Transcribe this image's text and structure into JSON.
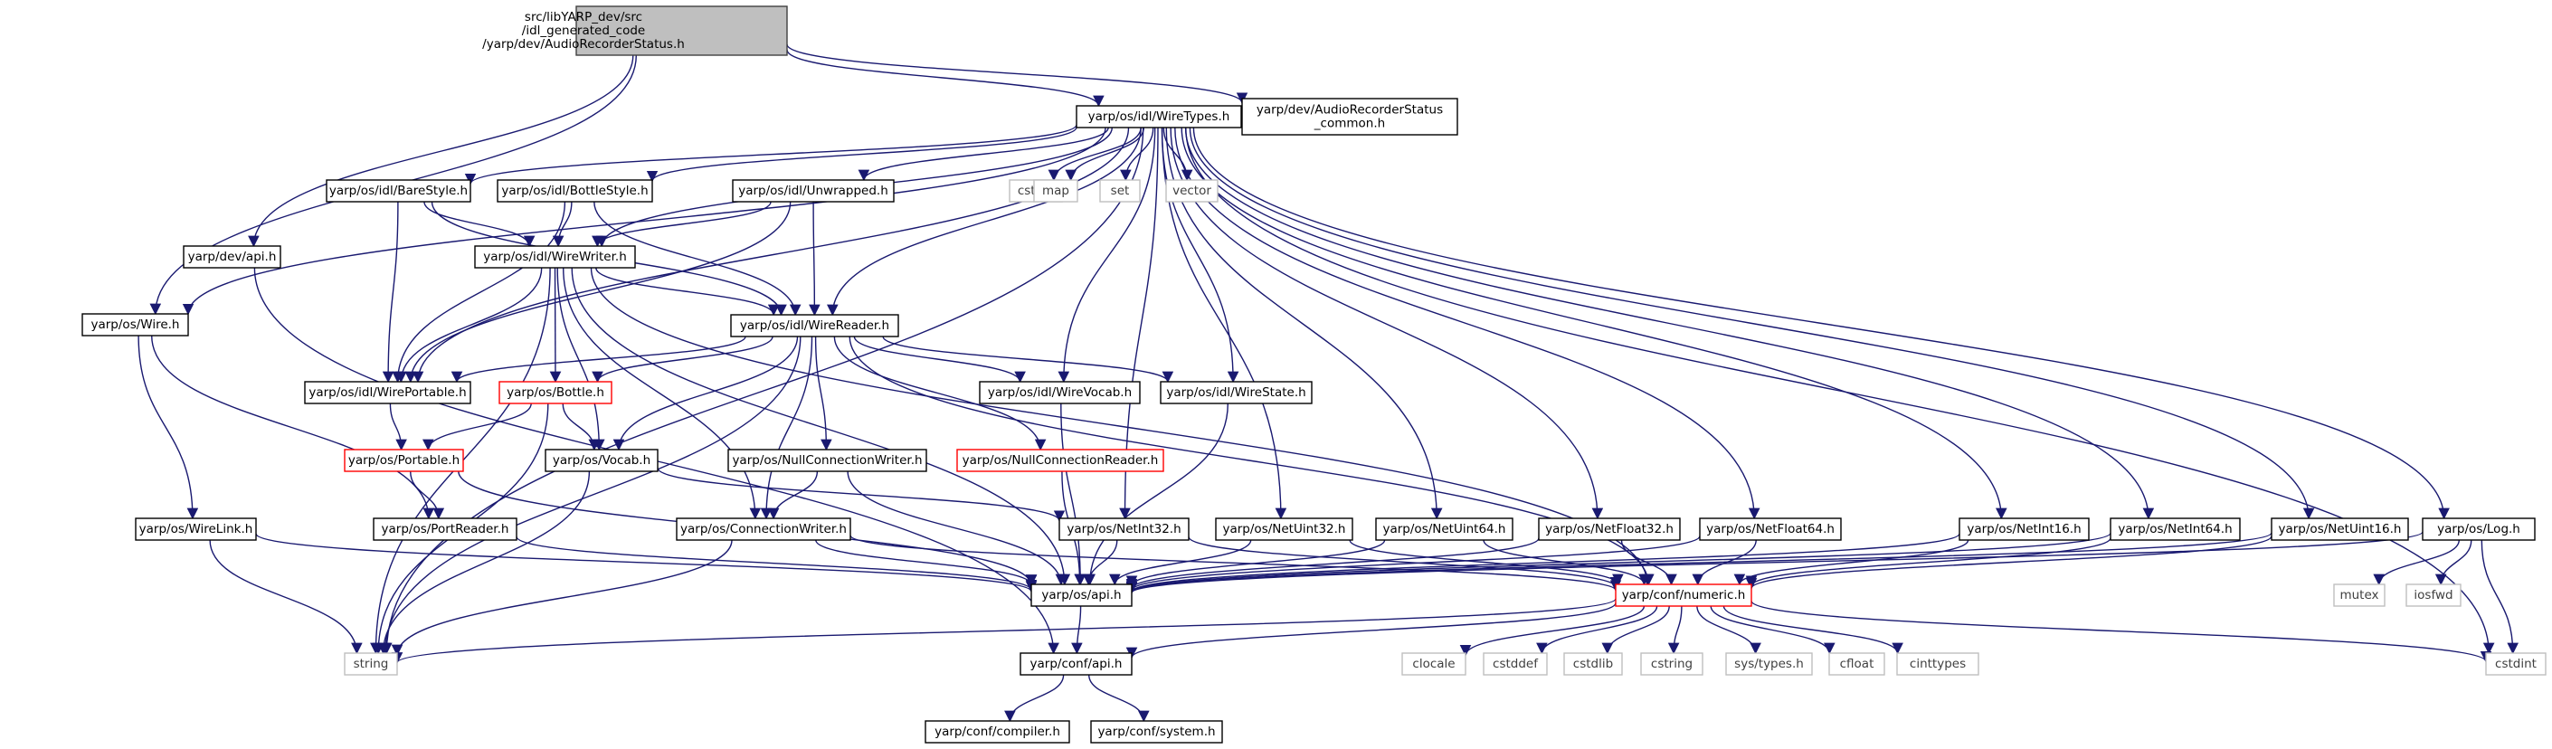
{
  "colors": {
    "edge": "#191970",
    "node_border": "#000000",
    "root_fill": "#bfbfbf",
    "root_border": "#404040",
    "system_border": "#bfbfbf",
    "system_text": "#404040",
    "incomplete_border": "#ff0000",
    "text": "#000000"
  },
  "nodes": {
    "root": {
      "lines": [
        "src/libYARP_dev/src",
        "/idl_generated_code",
        "/yarp/dev/AudioRecorderStatus.h"
      ],
      "style": "root"
    },
    "wiretypes": {
      "lines": [
        "yarp/os/idl/WireTypes.h"
      ],
      "style": "normal"
    },
    "arscommon": {
      "lines": [
        "yarp/dev/AudioRecorderStatus",
        "_common.h"
      ],
      "style": "normal"
    },
    "barestyle": {
      "lines": [
        "yarp/os/idl/BareStyle.h"
      ],
      "style": "normal"
    },
    "bottlestyle": {
      "lines": [
        "yarp/os/idl/BottleStyle.h"
      ],
      "style": "normal"
    },
    "unwrapped": {
      "lines": [
        "yarp/os/idl/Unwrapped.h"
      ],
      "style": "normal"
    },
    "cstdio": {
      "lines": [
        "cstdio"
      ],
      "style": "system"
    },
    "map": {
      "lines": [
        "map"
      ],
      "style": "system"
    },
    "set": {
      "lines": [
        "set"
      ],
      "style": "system"
    },
    "vector": {
      "lines": [
        "vector"
      ],
      "style": "system"
    },
    "devapi": {
      "lines": [
        "yarp/dev/api.h"
      ],
      "style": "normal"
    },
    "wirewriter": {
      "lines": [
        "yarp/os/idl/WireWriter.h"
      ],
      "style": "normal"
    },
    "wire": {
      "lines": [
        "yarp/os/Wire.h"
      ],
      "style": "normal"
    },
    "wirereader": {
      "lines": [
        "yarp/os/idl/WireReader.h"
      ],
      "style": "normal"
    },
    "wireportable": {
      "lines": [
        "yarp/os/idl/WirePortable.h"
      ],
      "style": "normal"
    },
    "bottle": {
      "lines": [
        "yarp/os/Bottle.h"
      ],
      "style": "incomplete"
    },
    "wirevocab": {
      "lines": [
        "yarp/os/idl/WireVocab.h"
      ],
      "style": "normal"
    },
    "wirestate": {
      "lines": [
        "yarp/os/idl/WireState.h"
      ],
      "style": "normal"
    },
    "portable": {
      "lines": [
        "yarp/os/Portable.h"
      ],
      "style": "incomplete"
    },
    "vocab": {
      "lines": [
        "yarp/os/Vocab.h"
      ],
      "style": "normal"
    },
    "nullconnwriter": {
      "lines": [
        "yarp/os/NullConnectionWriter.h"
      ],
      "style": "normal"
    },
    "nullconnreader": {
      "lines": [
        "yarp/os/NullConnectionReader.h"
      ],
      "style": "incomplete"
    },
    "wirelink": {
      "lines": [
        "yarp/os/WireLink.h"
      ],
      "style": "normal"
    },
    "portreader": {
      "lines": [
        "yarp/os/PortReader.h"
      ],
      "style": "normal"
    },
    "connwriter": {
      "lines": [
        "yarp/os/ConnectionWriter.h"
      ],
      "style": "normal"
    },
    "netint32": {
      "lines": [
        "yarp/os/NetInt32.h"
      ],
      "style": "normal"
    },
    "netuint32": {
      "lines": [
        "yarp/os/NetUint32.h"
      ],
      "style": "normal"
    },
    "netuint64": {
      "lines": [
        "yarp/os/NetUint64.h"
      ],
      "style": "normal"
    },
    "netfloat32": {
      "lines": [
        "yarp/os/NetFloat32.h"
      ],
      "style": "normal"
    },
    "netfloat64": {
      "lines": [
        "yarp/os/NetFloat64.h"
      ],
      "style": "normal"
    },
    "netint16": {
      "lines": [
        "yarp/os/NetInt16.h"
      ],
      "style": "normal"
    },
    "netint64": {
      "lines": [
        "yarp/os/NetInt64.h"
      ],
      "style": "normal"
    },
    "netuint16": {
      "lines": [
        "yarp/os/NetUint16.h"
      ],
      "style": "normal"
    },
    "log": {
      "lines": [
        "yarp/os/Log.h"
      ],
      "style": "normal"
    },
    "osapi": {
      "lines": [
        "yarp/os/api.h"
      ],
      "style": "normal"
    },
    "numeric": {
      "lines": [
        "yarp/conf/numeric.h"
      ],
      "style": "incomplete"
    },
    "mutex": {
      "lines": [
        "mutex"
      ],
      "style": "system"
    },
    "iosfwd": {
      "lines": [
        "iosfwd"
      ],
      "style": "system"
    },
    "string": {
      "lines": [
        "string"
      ],
      "style": "system"
    },
    "confapi": {
      "lines": [
        "yarp/conf/api.h"
      ],
      "style": "normal"
    },
    "clocale": {
      "lines": [
        "clocale"
      ],
      "style": "system"
    },
    "cstddef": {
      "lines": [
        "cstddef"
      ],
      "style": "system"
    },
    "cstdlib": {
      "lines": [
        "cstdlib"
      ],
      "style": "system"
    },
    "cstring": {
      "lines": [
        "cstring"
      ],
      "style": "system"
    },
    "systypes": {
      "lines": [
        "sys/types.h"
      ],
      "style": "system"
    },
    "cfloat": {
      "lines": [
        "cfloat"
      ],
      "style": "system"
    },
    "cinttypes": {
      "lines": [
        "cinttypes"
      ],
      "style": "system"
    },
    "cstdint": {
      "lines": [
        "cstdint"
      ],
      "style": "system"
    },
    "compiler": {
      "lines": [
        "yarp/conf/compiler.h"
      ],
      "style": "normal"
    },
    "system": {
      "lines": [
        "yarp/conf/system.h"
      ],
      "style": "normal"
    }
  },
  "edges": [
    [
      "root",
      "wiretypes"
    ],
    [
      "root",
      "arscommon"
    ],
    [
      "root",
      "devapi"
    ],
    [
      "root",
      "wire"
    ],
    [
      "wiretypes",
      "barestyle"
    ],
    [
      "wiretypes",
      "bottlestyle"
    ],
    [
      "wiretypes",
      "unwrapped"
    ],
    [
      "wiretypes",
      "cstdio"
    ],
    [
      "wiretypes",
      "map"
    ],
    [
      "wiretypes",
      "set"
    ],
    [
      "wiretypes",
      "vector"
    ],
    [
      "wiretypes",
      "wirewriter"
    ],
    [
      "wiretypes",
      "wirereader"
    ],
    [
      "wiretypes",
      "wireportable"
    ],
    [
      "wiretypes",
      "wire"
    ],
    [
      "wiretypes",
      "wirevocab"
    ],
    [
      "wiretypes",
      "wirestate"
    ],
    [
      "wiretypes",
      "netint32"
    ],
    [
      "wiretypes",
      "netuint32"
    ],
    [
      "wiretypes",
      "netuint64"
    ],
    [
      "wiretypes",
      "netfloat32"
    ],
    [
      "wiretypes",
      "netfloat64"
    ],
    [
      "wiretypes",
      "netint16"
    ],
    [
      "wiretypes",
      "netint64"
    ],
    [
      "wiretypes",
      "netuint16"
    ],
    [
      "wiretypes",
      "log"
    ],
    [
      "wiretypes",
      "string"
    ],
    [
      "wiretypes",
      "cstdint"
    ],
    [
      "barestyle",
      "wirewriter"
    ],
    [
      "barestyle",
      "wirereader"
    ],
    [
      "barestyle",
      "wireportable"
    ],
    [
      "bottlestyle",
      "wirewriter"
    ],
    [
      "bottlestyle",
      "wirereader"
    ],
    [
      "bottlestyle",
      "wireportable"
    ],
    [
      "unwrapped",
      "wirewriter"
    ],
    [
      "unwrapped",
      "wirereader"
    ],
    [
      "unwrapped",
      "wireportable"
    ],
    [
      "devapi",
      "confapi"
    ],
    [
      "wirewriter",
      "wirereader"
    ],
    [
      "wirewriter",
      "wireportable"
    ],
    [
      "wirewriter",
      "bottle"
    ],
    [
      "wirewriter",
      "vocab"
    ],
    [
      "wirewriter",
      "connwriter"
    ],
    [
      "wirewriter",
      "osapi"
    ],
    [
      "wirewriter",
      "string"
    ],
    [
      "wirewriter",
      "numeric"
    ],
    [
      "wire",
      "wirelink"
    ],
    [
      "wire",
      "portreader"
    ],
    [
      "wirereader",
      "wireportable"
    ],
    [
      "wirereader",
      "bottle"
    ],
    [
      "wirereader",
      "wirevocab"
    ],
    [
      "wirereader",
      "wirestate"
    ],
    [
      "wirereader",
      "vocab"
    ],
    [
      "wirereader",
      "nullconnwriter"
    ],
    [
      "wirereader",
      "nullconnreader"
    ],
    [
      "wirereader",
      "connwriter"
    ],
    [
      "wirereader",
      "string"
    ],
    [
      "wirereader",
      "numeric"
    ],
    [
      "wireportable",
      "portable"
    ],
    [
      "bottle",
      "portable"
    ],
    [
      "bottle",
      "vocab"
    ],
    [
      "bottle",
      "string"
    ],
    [
      "wirevocab",
      "osapi"
    ],
    [
      "wirestate",
      "osapi"
    ],
    [
      "portable",
      "portreader"
    ],
    [
      "portable",
      "osapi"
    ],
    [
      "vocab",
      "netint32"
    ],
    [
      "vocab",
      "string"
    ],
    [
      "nullconnwriter",
      "connwriter"
    ],
    [
      "nullconnwriter",
      "osapi"
    ],
    [
      "nullconnreader",
      "osapi"
    ],
    [
      "wirelink",
      "osapi"
    ],
    [
      "wirelink",
      "string"
    ],
    [
      "portreader",
      "osapi"
    ],
    [
      "connwriter",
      "osapi"
    ],
    [
      "connwriter",
      "numeric"
    ],
    [
      "connwriter",
      "string"
    ],
    [
      "netint32",
      "osapi"
    ],
    [
      "netint32",
      "numeric"
    ],
    [
      "netuint32",
      "osapi"
    ],
    [
      "netuint32",
      "numeric"
    ],
    [
      "netuint64",
      "osapi"
    ],
    [
      "netuint64",
      "numeric"
    ],
    [
      "netfloat32",
      "osapi"
    ],
    [
      "netfloat32",
      "numeric"
    ],
    [
      "netfloat64",
      "osapi"
    ],
    [
      "netfloat64",
      "numeric"
    ],
    [
      "netint16",
      "osapi"
    ],
    [
      "netint16",
      "numeric"
    ],
    [
      "netint64",
      "osapi"
    ],
    [
      "netint64",
      "numeric"
    ],
    [
      "netuint16",
      "osapi"
    ],
    [
      "netuint16",
      "numeric"
    ],
    [
      "log",
      "osapi"
    ],
    [
      "log",
      "mutex"
    ],
    [
      "log",
      "iosfwd"
    ],
    [
      "log",
      "cstdint"
    ],
    [
      "osapi",
      "confapi"
    ],
    [
      "numeric",
      "string"
    ],
    [
      "numeric",
      "confapi"
    ],
    [
      "numeric",
      "clocale"
    ],
    [
      "numeric",
      "cstddef"
    ],
    [
      "numeric",
      "cstdlib"
    ],
    [
      "numeric",
      "cstring"
    ],
    [
      "numeric",
      "systypes"
    ],
    [
      "numeric",
      "cfloat"
    ],
    [
      "numeric",
      "cinttypes"
    ],
    [
      "numeric",
      "cstdint"
    ],
    [
      "confapi",
      "compiler"
    ],
    [
      "confapi",
      "system"
    ]
  ]
}
